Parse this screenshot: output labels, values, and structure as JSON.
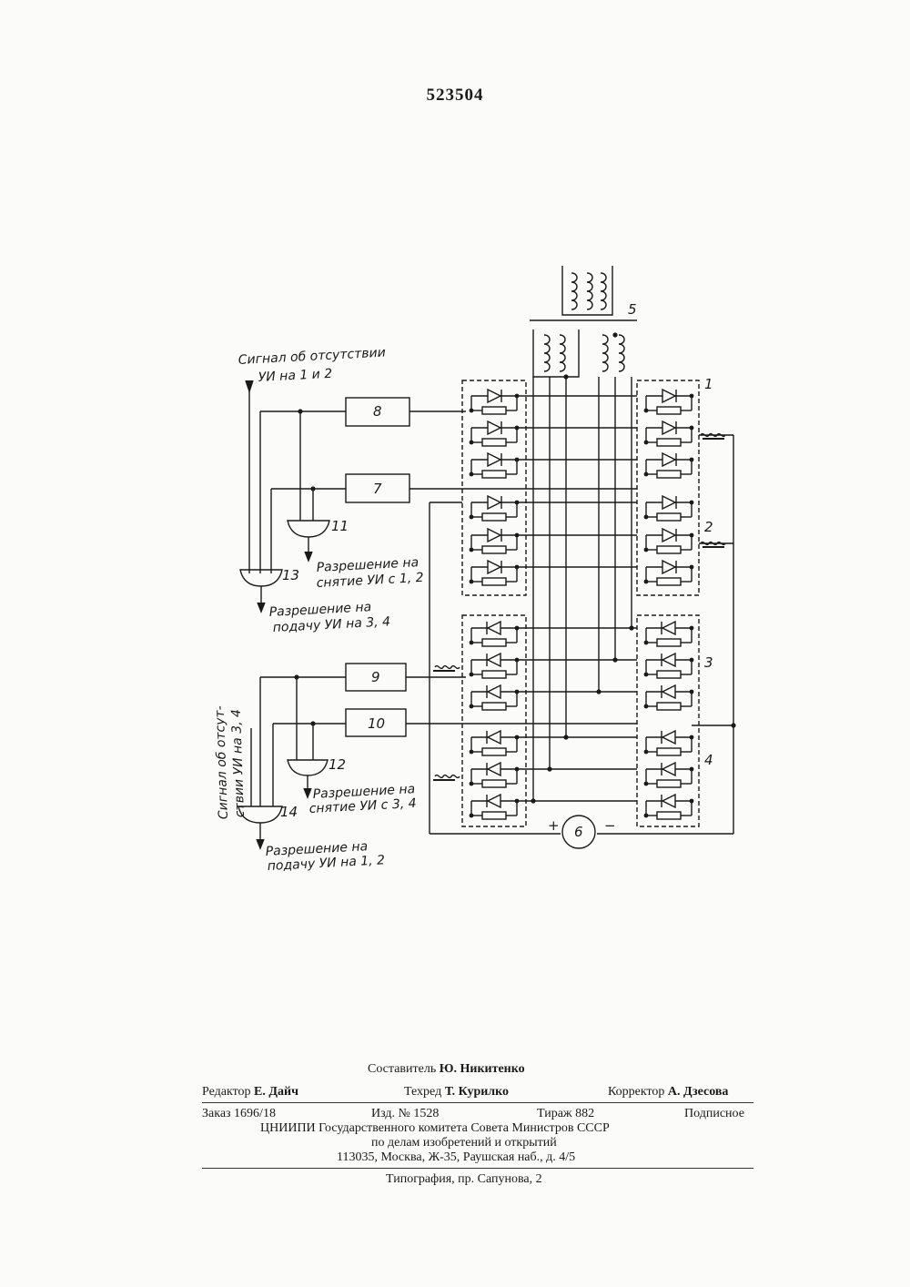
{
  "header": {
    "patent_number": "523504"
  },
  "diagram": {
    "labels": {
      "sig12_l1": "Сигнал об отсутствии",
      "sig12_l2": "УИ на 1 и 2",
      "perm_off12_l1": "Разрешение на",
      "perm_off12_l2": "снятие УИ с 1, 2",
      "perm_on34_l1": "Разрешение на",
      "perm_on34_l2": "подачу УИ на 3, 4",
      "sig34_l1": "Сигнал об отсут-",
      "sig34_l2": "ствии УИ на 3, 4",
      "perm_off34_l1": "Разрешение на",
      "perm_off34_l2": "снятие УИ с 3, 4",
      "perm_on12_l1": "Разрешение на",
      "perm_on12_l2": "подачу УИ на 1, 2"
    },
    "numbers": {
      "b1": "1",
      "b2": "2",
      "b3": "3",
      "b4": "4",
      "b5": "5",
      "b6": "6",
      "b7": "7",
      "b8": "8",
      "b9": "9",
      "b10": "10",
      "b11": "11",
      "b12": "12",
      "b13": "13",
      "b14": "14"
    },
    "motor_plus": "+",
    "motor_minus": "−"
  },
  "colophon": {
    "compiler_label": "Составитель",
    "compiler_name": "Ю. Никитенко",
    "editor_label": "Редактор",
    "editor_name": "Е. Дайч",
    "techred_label": "Техред",
    "techred_name": "Т. Курилко",
    "corrector_label": "Корректор",
    "corrector_name": "А. Дзесова",
    "order": "Заказ 1696/18",
    "edition": "Изд. № 1528",
    "circulation": "Тираж 882",
    "subscription": "Подписное",
    "org_line1": "ЦНИИПИ  Государственного  комитета  Совета  Министров  СССР",
    "org_line2": "по делам изобретений и открытий",
    "org_line3": "113035, Москва, Ж-35, Раушская наб., д. 4/5",
    "printer": "Типография, пр. Сапунова, 2"
  }
}
